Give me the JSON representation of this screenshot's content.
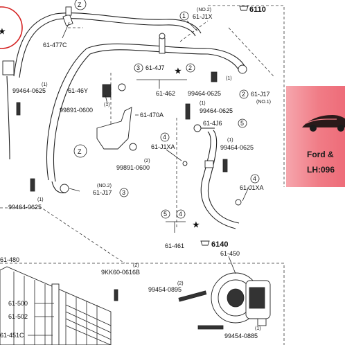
{
  "diagram": {
    "labels": {
      "l_61477c": "61-477C",
      "l_no2_top": "(NO.2)",
      "l_61j1x": "61-J1X",
      "l_6110": "6110",
      "l_614j7": "61-4J7",
      "l_61462": "61-462",
      "l_99464_0625_a": "99464-0625",
      "l_61j17_right": "61-J17",
      "l_no1": "(NO.1)",
      "l_9946406_left": "99464-0625",
      "l_6146y": "61-46Y",
      "l_99891_0600_a": "99891-0600",
      "l_61470a": "61-470A",
      "l_99464_0625_mid": "99464-0625",
      "l_614j6": "61-4J6",
      "l_61j1xa_mid": "61-J1XA",
      "l_99464_0625_r": "99464-0625",
      "l_99891_0600_b": "99891-0600",
      "l_no2_mid": "(NO.2)",
      "l_61j17_mid": "61-J17",
      "l_99464_0625_left2": "99464-0625",
      "l_61j1xa_r": "61-J1XA",
      "l_61461": "61-461",
      "l_6140": "6140",
      "l_61450": "61-450",
      "l_61480": "61-480",
      "l_9kk60": "9KK60-0616B",
      "l_61500": "61-500",
      "l_61502": "61-502",
      "l_61451c": "61-451C",
      "l_99454_0895": "99454-0895",
      "l_99454_0885": "99454-0885"
    },
    "callouts": {
      "c1": "1",
      "c2": "2",
      "c3": "3",
      "c4": "4",
      "c5": "5",
      "cz": "Z"
    },
    "qty": {
      "one": "(1)",
      "two": "(2)"
    }
  },
  "ad": {
    "line1": "Ford &",
    "line2": "LH:096"
  }
}
